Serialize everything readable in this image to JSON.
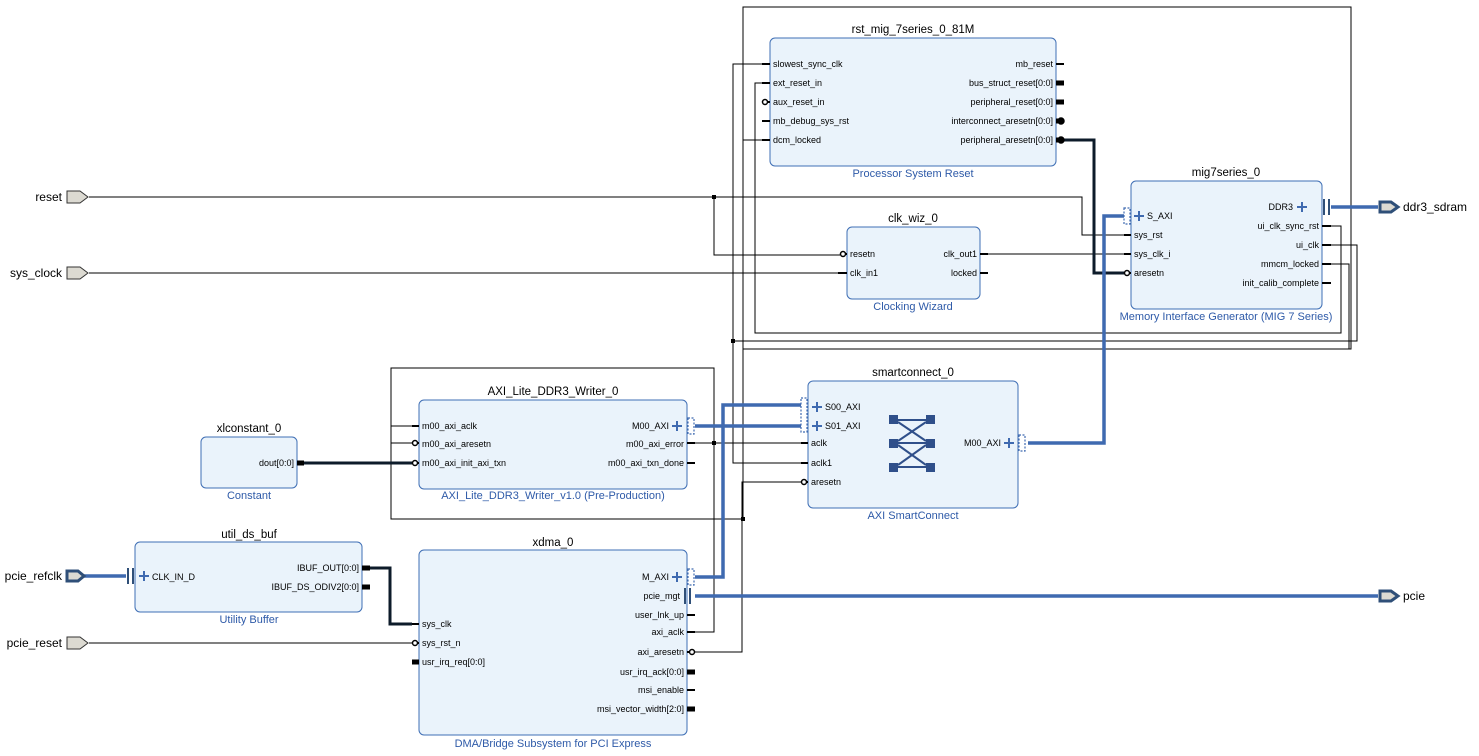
{
  "ports": {
    "reset": "reset",
    "sys_clock": "sys_clock",
    "pcie_refclk": "pcie_refclk",
    "pcie_reset": "pcie_reset",
    "ddr3_sdram": "ddr3_sdram",
    "pcie": "pcie"
  },
  "rst": {
    "name": "rst_mig_7series_0_81M",
    "desc": "Processor System Reset",
    "in": [
      "slowest_sync_clk",
      "ext_reset_in",
      "aux_reset_in",
      "mb_debug_sys_rst",
      "dcm_locked"
    ],
    "out": [
      "mb_reset",
      "bus_struct_reset[0:0]",
      "peripheral_reset[0:0]",
      "interconnect_aresetn[0:0]",
      "peripheral_aresetn[0:0]"
    ]
  },
  "mig": {
    "name": "mig7series_0",
    "desc": "Memory Interface Generator (MIG 7 Series)",
    "in": [
      "S_AXI",
      "sys_rst",
      "sys_clk_i",
      "aresetn"
    ],
    "out": [
      "DDR3",
      "ui_clk_sync_rst",
      "ui_clk",
      "mmcm_locked",
      "init_calib_complete"
    ]
  },
  "clk": {
    "name": "clk_wiz_0",
    "desc": "Clocking Wizard",
    "in": [
      "resetn",
      "clk_in1"
    ],
    "out": [
      "clk_out1",
      "locked"
    ]
  },
  "writer": {
    "name": "AXI_Lite_DDR3_Writer_0",
    "desc": "AXI_Lite_DDR3_Writer_v1.0 (Pre-Production)",
    "in": [
      "m00_axi_aclk",
      "m00_axi_aresetn",
      "m00_axi_init_axi_txn"
    ],
    "out": [
      "M00_AXI",
      "m00_axi_error",
      "m00_axi_txn_done"
    ]
  },
  "sc": {
    "name": "smartconnect_0",
    "desc": "AXI SmartConnect",
    "in": [
      "S00_AXI",
      "S01_AXI",
      "aclk",
      "aclk1",
      "aresetn"
    ],
    "out": [
      "M00_AXI"
    ]
  },
  "const": {
    "name": "xlconstant_0",
    "desc": "Constant",
    "out": [
      "dout[0:0]"
    ]
  },
  "buf": {
    "name": "util_ds_buf",
    "desc": "Utility Buffer",
    "in": [
      "CLK_IN_D"
    ],
    "out": [
      "IBUF_OUT[0:0]",
      "IBUF_DS_ODIV2[0:0]"
    ]
  },
  "xdma": {
    "name": "xdma_0",
    "desc": "DMA/Bridge Subsystem for PCI Express",
    "in": [
      "sys_clk",
      "sys_rst_n",
      "usr_irq_req[0:0]"
    ],
    "out": [
      "M_AXI",
      "pcie_mgt",
      "user_lnk_up",
      "axi_aclk",
      "axi_aresetn",
      "usr_irq_ack[0:0]",
      "msi_enable",
      "msi_vector_width[2:0]"
    ]
  },
  "colors": {
    "block_fill": "#eaf3fb",
    "block_stroke": "#3f6fb5",
    "axi_bus": "#3f6ab0",
    "text_link": "#2e5aa8"
  }
}
